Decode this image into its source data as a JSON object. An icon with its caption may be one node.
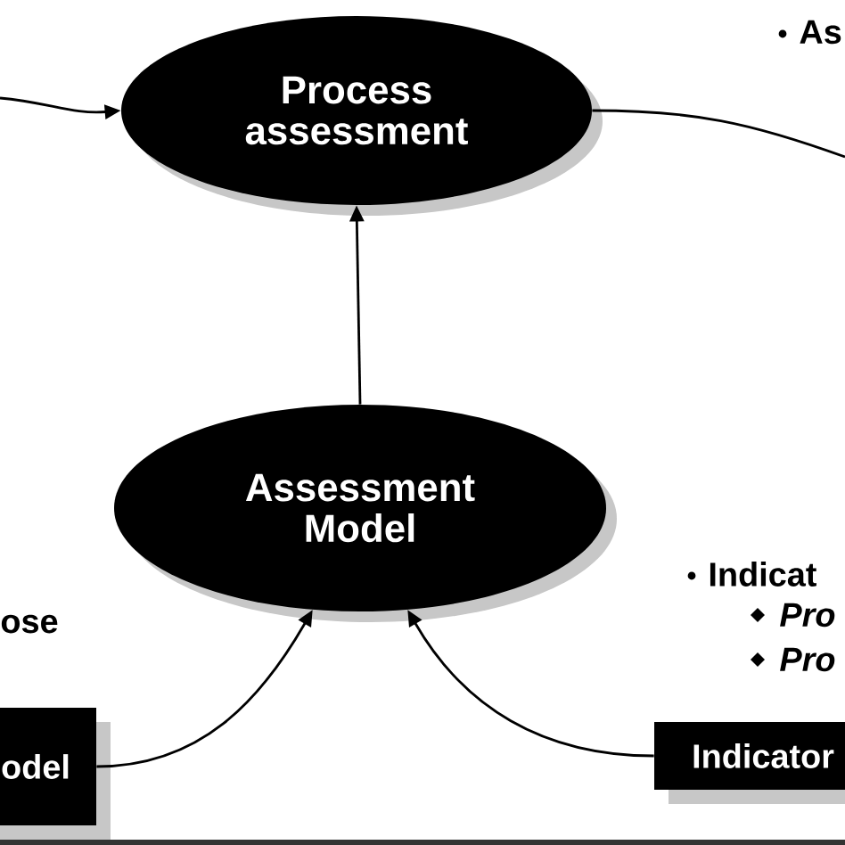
{
  "diagram": {
    "nodes": [
      {
        "text": [
          "Process assessment"
        ]
      },
      {
        "text": [
          "Assessment Model"
        ]
      },
      {
        "text": [
          "odel"
        ]
      },
      {
        "text": [
          "Indicator"
        ]
      }
    ],
    "edges": [
      {
        "from": null,
        "to": 0,
        "arrow": "to"
      },
      {
        "from": 0,
        "to": null,
        "arrow": "none"
      },
      {
        "from": 1,
        "to": 0,
        "arrow": "to"
      },
      {
        "from": 2,
        "to": 1,
        "arrow": "to"
      },
      {
        "from": 3,
        "to": 1,
        "arrow": "to"
      }
    ],
    "labels": [
      "As",
      "ose",
      "Indicat",
      "Pro",
      "Pro"
    ]
  }
}
